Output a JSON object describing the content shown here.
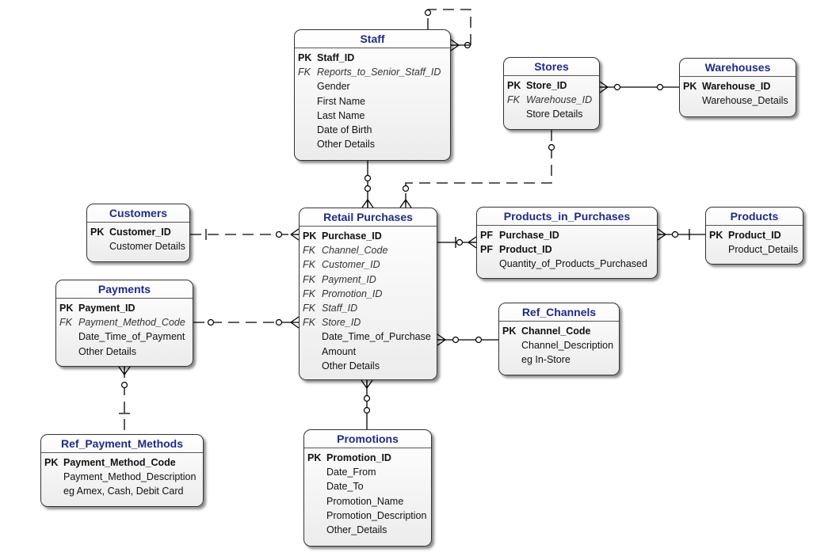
{
  "entities": [
    {
      "id": "staff",
      "title": "Staff",
      "attributes": [
        {
          "key": "PK",
          "name": "Staff_ID",
          "kind": "pk"
        },
        {
          "key": "FK",
          "name": "Reports_to_Senior_Staff_ID",
          "kind": "fk"
        },
        {
          "key": "",
          "name": "Gender",
          "kind": "attr"
        },
        {
          "key": "",
          "name": "First Name",
          "kind": "attr"
        },
        {
          "key": "",
          "name": "Last Name",
          "kind": "attr"
        },
        {
          "key": "",
          "name": "Date of Birth",
          "kind": "attr"
        },
        {
          "key": "",
          "name": "Other Details",
          "kind": "attr"
        }
      ]
    },
    {
      "id": "stores",
      "title": "Stores",
      "attributes": [
        {
          "key": "PK",
          "name": "Store_ID",
          "kind": "pk"
        },
        {
          "key": "FK",
          "name": "Warehouse_ID",
          "kind": "fk"
        },
        {
          "key": "",
          "name": "Store Details",
          "kind": "attr"
        }
      ]
    },
    {
      "id": "warehouses",
      "title": "Warehouses",
      "attributes": [
        {
          "key": "PK",
          "name": "Warehouse_ID",
          "kind": "pk"
        },
        {
          "key": "",
          "name": "Warehouse_Details",
          "kind": "attr"
        }
      ]
    },
    {
      "id": "customers",
      "title": "Customers",
      "attributes": [
        {
          "key": "PK",
          "name": "Customer_ID",
          "kind": "pk"
        },
        {
          "key": "",
          "name": "Customer Details",
          "kind": "attr"
        }
      ]
    },
    {
      "id": "retail-purchases",
      "title": "Retail Purchases",
      "attributes": [
        {
          "key": "PK",
          "name": "Purchase_ID",
          "kind": "pk"
        },
        {
          "key": "FK",
          "name": "Channel_Code",
          "kind": "fk"
        },
        {
          "key": "FK",
          "name": "Customer_ID",
          "kind": "fk"
        },
        {
          "key": "FK",
          "name": "Payment_ID",
          "kind": "fk"
        },
        {
          "key": "FK",
          "name": "Promotion_ID",
          "kind": "fk"
        },
        {
          "key": "FK",
          "name": "Staff_ID",
          "kind": "fk"
        },
        {
          "key": "FK",
          "name": "Store_ID",
          "kind": "fk"
        },
        {
          "key": "",
          "name": "Date_Time_of_Purchase",
          "kind": "attr"
        },
        {
          "key": "",
          "name": "Amount",
          "kind": "attr"
        },
        {
          "key": "",
          "name": "Other Details",
          "kind": "attr"
        }
      ]
    },
    {
      "id": "products-in-purchases",
      "title": "Products_in_Purchases",
      "attributes": [
        {
          "key": "PF",
          "name": "Purchase_ID",
          "kind": "pf"
        },
        {
          "key": "PF",
          "name": "Product_ID",
          "kind": "pf"
        },
        {
          "key": "",
          "name": "Quantity_of_Products_Purchased",
          "kind": "attr"
        }
      ]
    },
    {
      "id": "products",
      "title": "Products",
      "attributes": [
        {
          "key": "PK",
          "name": "Product_ID",
          "kind": "pk"
        },
        {
          "key": "",
          "name": "Product_Details",
          "kind": "attr"
        }
      ]
    },
    {
      "id": "payments",
      "title": "Payments",
      "attributes": [
        {
          "key": "PK",
          "name": "Payment_ID",
          "kind": "pk"
        },
        {
          "key": "FK",
          "name": "Payment_Method_Code",
          "kind": "fk"
        },
        {
          "key": "",
          "name": "Date_Time_of_Payment",
          "kind": "attr"
        },
        {
          "key": "",
          "name": "Other Details",
          "kind": "attr"
        }
      ]
    },
    {
      "id": "ref-channels",
      "title": "Ref_Channels",
      "attributes": [
        {
          "key": "PK",
          "name": "Channel_Code",
          "kind": "pk"
        },
        {
          "key": "",
          "name": "Channel_Description",
          "kind": "attr"
        },
        {
          "key": "",
          "name": "eg In-Store",
          "kind": "attr"
        }
      ]
    },
    {
      "id": "ref-payment-methods",
      "title": "Ref_Payment_Methods",
      "attributes": [
        {
          "key": "PK",
          "name": "Payment_Method_Code",
          "kind": "pk"
        },
        {
          "key": "",
          "name": "Payment_Method_Description",
          "kind": "attr"
        },
        {
          "key": "",
          "name": "eg Amex, Cash, Debit Card",
          "kind": "attr"
        }
      ]
    },
    {
      "id": "promotions",
      "title": "Promotions",
      "attributes": [
        {
          "key": "PK",
          "name": "Promotion_ID",
          "kind": "pk"
        },
        {
          "key": "",
          "name": "Date_From",
          "kind": "attr"
        },
        {
          "key": "",
          "name": "Date_To",
          "kind": "attr"
        },
        {
          "key": "",
          "name": "Promotion_Name",
          "kind": "attr"
        },
        {
          "key": "",
          "name": "Promotion_Description",
          "kind": "attr"
        },
        {
          "key": "",
          "name": "Other_Details",
          "kind": "attr"
        }
      ]
    }
  ],
  "relationships": [
    {
      "id": "staff-self",
      "from": "staff",
      "to": "staff",
      "identifying": false
    },
    {
      "id": "stores-warehouses",
      "from": "stores",
      "to": "warehouses",
      "identifying": true
    },
    {
      "id": "staff-retail",
      "from": "staff",
      "to": "retail-purchases",
      "identifying": false
    },
    {
      "id": "stores-retail",
      "from": "stores",
      "to": "retail-purchases",
      "identifying": false
    },
    {
      "id": "customers-retail",
      "from": "customers",
      "to": "retail-purchases",
      "identifying": false
    },
    {
      "id": "retail-pip",
      "from": "retail-purchases",
      "to": "products-in-purchases",
      "identifying": true
    },
    {
      "id": "pip-products",
      "from": "products",
      "to": "products-in-purchases",
      "identifying": true
    },
    {
      "id": "payments-retail",
      "from": "payments",
      "to": "retail-purchases",
      "identifying": false
    },
    {
      "id": "channels-retail",
      "from": "ref-channels",
      "to": "retail-purchases",
      "identifying": true
    },
    {
      "id": "paymethods-payments",
      "from": "ref-payment-methods",
      "to": "payments",
      "identifying": false
    },
    {
      "id": "promotions-retail",
      "from": "promotions",
      "to": "retail-purchases",
      "identifying": false
    }
  ],
  "colors": {
    "title": "#1f2b85",
    "border": "#333333",
    "line": "#000000"
  }
}
